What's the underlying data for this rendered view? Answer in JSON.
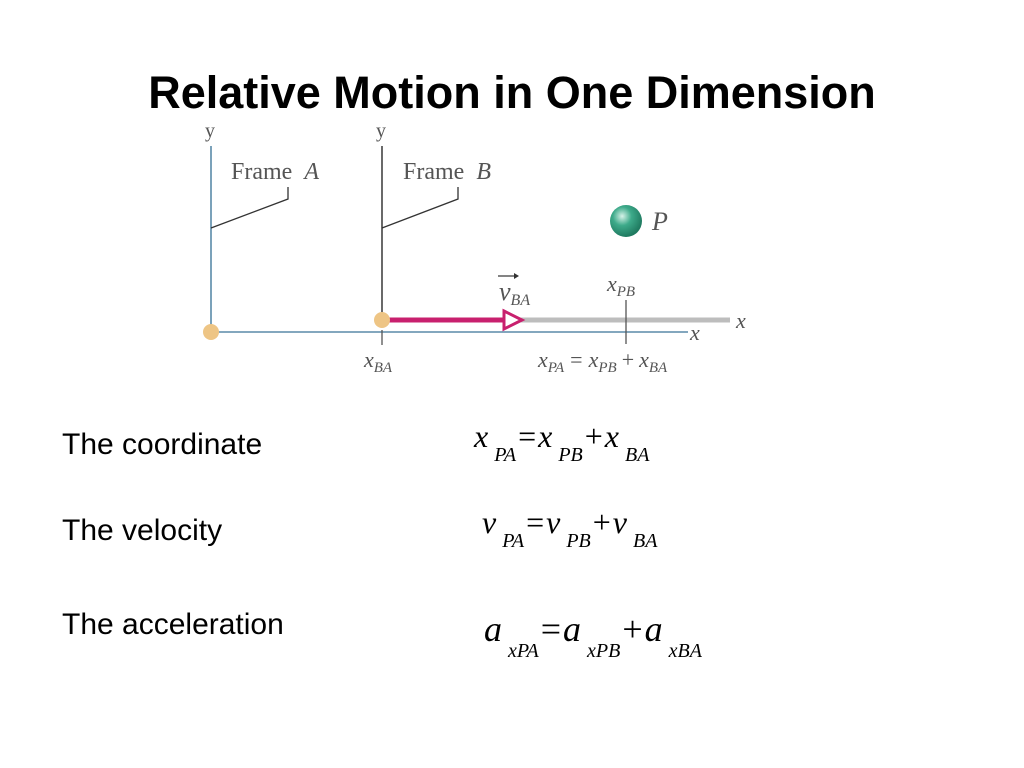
{
  "slide": {
    "title": "Relative Motion in One Dimension"
  },
  "diagram": {
    "axis_labels": {
      "y_a": "y",
      "y_b": "y",
      "x_a": "x",
      "x_b": "x"
    },
    "frame_a": {
      "word": "Frame",
      "letter": "A"
    },
    "frame_b": {
      "word": "Frame",
      "letter": "B"
    },
    "particle": {
      "label": "P"
    },
    "velocity": {
      "symbol": "v",
      "subscript": "BA"
    },
    "tick_pb": {
      "symbol": "x",
      "subscript": "PB"
    },
    "tick_ba": {
      "symbol": "x",
      "subscript": "BA"
    },
    "relation": {
      "lhs": "x",
      "lhs_sub": "PA",
      "eq": "=",
      "t1": "x",
      "t1_sub": "PB",
      "plus": "+",
      "t2": "x",
      "t2_sub": "BA"
    },
    "colors": {
      "frame_a_axis": "#5a8aa8",
      "frame_b_axis": "#444444",
      "origin_dot": "#eec585",
      "velocity_arrow": "#c8206e",
      "frame_b_x_axis": "#bdbdbd",
      "particle": "#3daa8a"
    }
  },
  "rows": [
    {
      "label": "The coordinate",
      "eq": {
        "a": "x",
        "a_sub": "PA",
        "eq": "=",
        "b": "x",
        "b_sub": "PB",
        "plus": "+",
        "c": "x",
        "c_sub": "BA"
      }
    },
    {
      "label": "The velocity",
      "eq": {
        "a": "v",
        "a_sub": "PA",
        "eq": "=",
        "b": "v",
        "b_sub": "PB",
        "plus": "+",
        "c": "v",
        "c_sub": "BA"
      }
    },
    {
      "label": "The acceleration",
      "eq": {
        "a": "a",
        "a_sub": "xPA",
        "eq": "=",
        "b": "a",
        "b_sub": "xPB",
        "plus": "+",
        "c": "a",
        "c_sub": "xBA"
      }
    }
  ]
}
